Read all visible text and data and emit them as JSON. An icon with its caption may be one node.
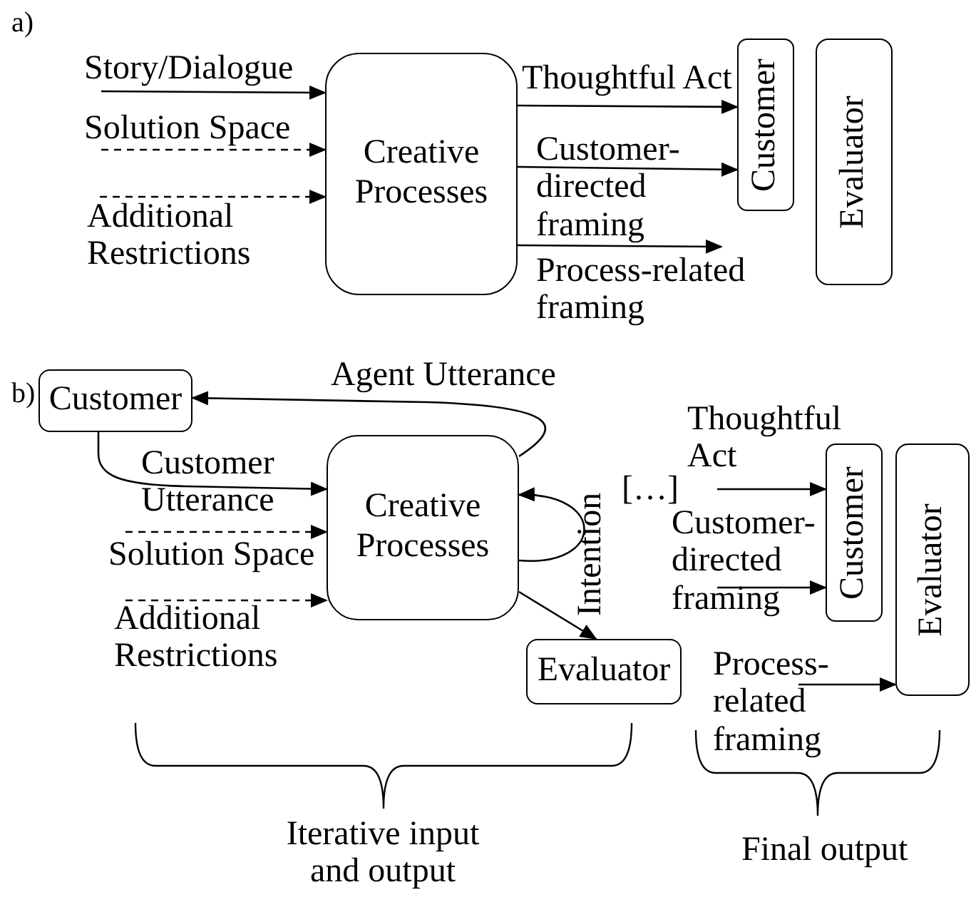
{
  "diagram": {
    "nodes": [
      {
        "text": [
          "Creative Processes"
        ]
      },
      {
        "text": [
          "Customer"
        ]
      },
      {
        "text": [
          "Evaluator"
        ]
      },
      {
        "text": [
          "Customer"
        ]
      },
      {
        "text": [
          "Creative Processes"
        ]
      },
      {
        "text": [
          "Evaluator"
        ]
      },
      {
        "text": [
          "Customer"
        ]
      },
      {
        "text": [
          "Evaluator"
        ]
      }
    ],
    "edges": [
      {
        "from": null,
        "to": 0,
        "arrow": "to",
        "label": "Story/Dialogue"
      },
      {
        "from": null,
        "to": 0,
        "arrow": "to",
        "label": "Solution Space",
        "style": "dashed"
      },
      {
        "from": null,
        "to": 0,
        "arrow": "to",
        "label": "Additional Restrictions",
        "style": "dashed"
      },
      {
        "from": 0,
        "to": 1,
        "arrow": "to",
        "label": "Thoughtful Act"
      },
      {
        "from": 0,
        "to": 1,
        "arrow": "to",
        "label": "Customer-directed framing"
      },
      {
        "from": 0,
        "to": null,
        "arrow": "to",
        "label": "Process-related framing"
      },
      {
        "from": 4,
        "to": 3,
        "arrow": "to",
        "label": "Agent Utterance"
      },
      {
        "from": 3,
        "to": 4,
        "arrow": "to",
        "label": "Customer Utterance"
      },
      {
        "from": null,
        "to": 4,
        "arrow": "to",
        "label": "Solution Space",
        "style": "dashed"
      },
      {
        "from": null,
        "to": 4,
        "arrow": "to",
        "label": "Additional Restrictions",
        "style": "dashed"
      },
      {
        "from": 4,
        "to": 4,
        "arrow": "to"
      },
      {
        "from": 4,
        "to": 5,
        "arrow": "to",
        "label": "Intention"
      },
      {
        "from": null,
        "to": 6,
        "arrow": "to",
        "label": "Thoughtful Act"
      },
      {
        "from": null,
        "to": 6,
        "arrow": "to",
        "label": "Customer-directed framing"
      },
      {
        "from": null,
        "to": 7,
        "arrow": "to",
        "label": "Process-related framing"
      }
    ],
    "labels": [
      "a)",
      "b)",
      "[…]",
      "Iterative input and output",
      "Final output"
    ]
  }
}
